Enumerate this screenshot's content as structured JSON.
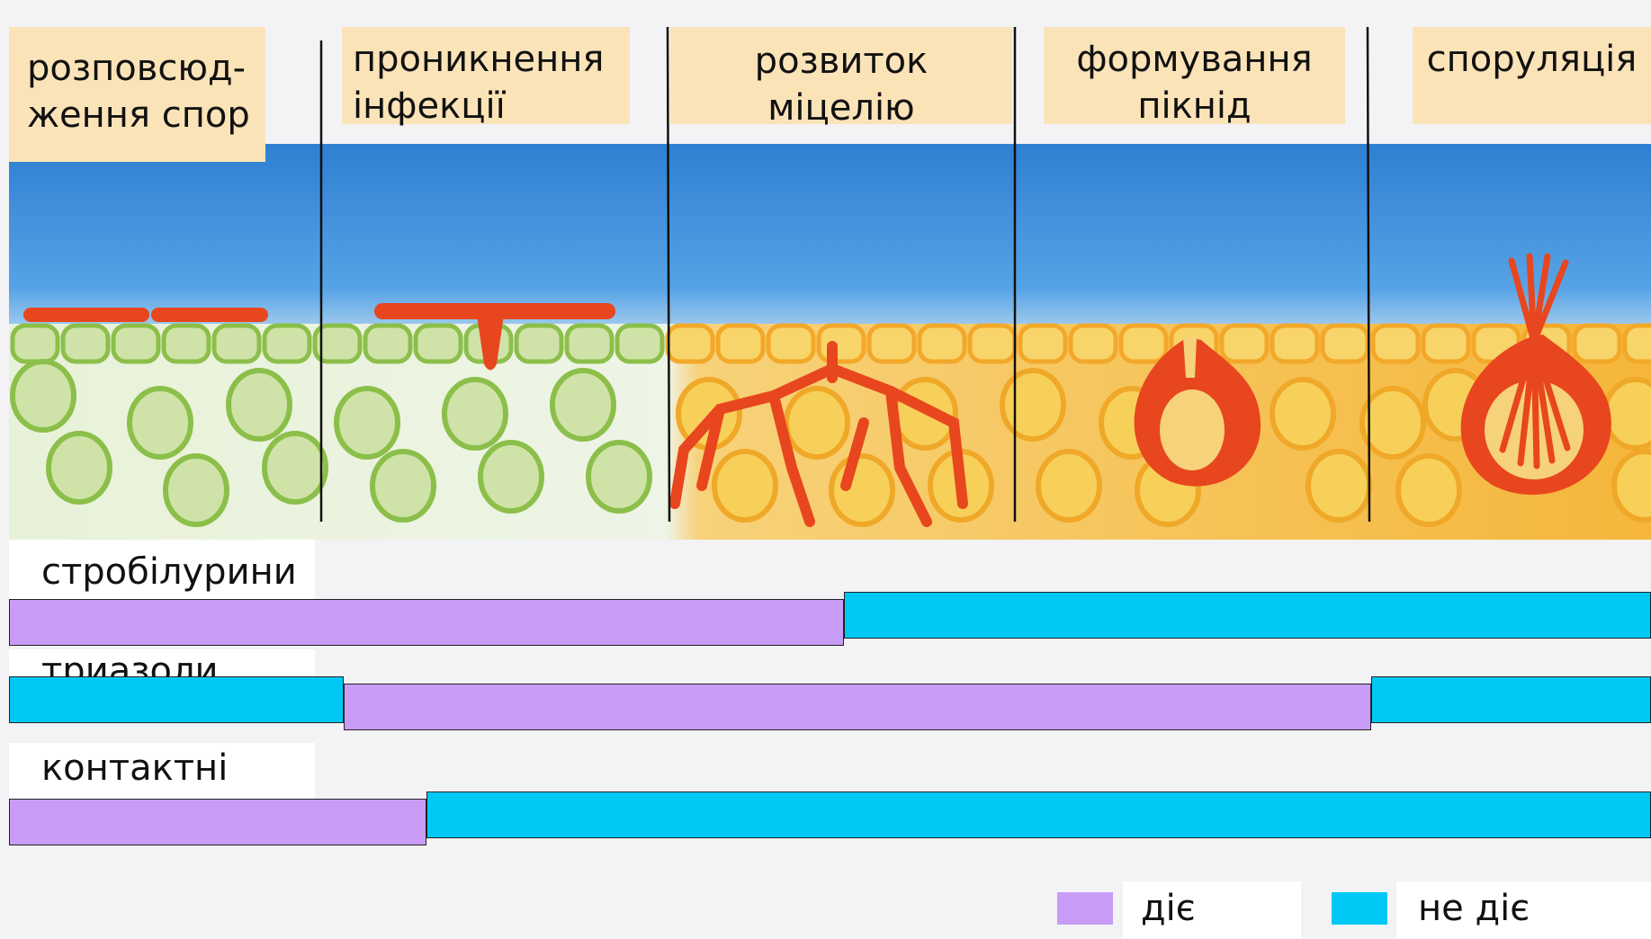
{
  "colors": {
    "acts": "#c89cf6",
    "not_acts": "#00c8f4",
    "label_bg": "#fbe3b8",
    "sky": "#3a8ad8",
    "green_cells": "#9fc76a",
    "yellow_cells": "#f6cc3c",
    "fungus": "#e8461e"
  },
  "stages": [
    {
      "line1": "розповсюд-",
      "line2": "ження спор"
    },
    {
      "line1": "проникнення",
      "line2": "інфекції"
    },
    {
      "line1": "розвиток",
      "line2": "міцелію"
    },
    {
      "line1": "формування",
      "line2": "пікнід"
    },
    {
      "line1": "споруляція",
      "line2": ""
    }
  ],
  "fungicide_classes": [
    {
      "name": "стробілурини",
      "activity": [
        "діє",
        "діє",
        "діє",
        "не діє",
        "не діє"
      ]
    },
    {
      "name": "триазоли",
      "activity": [
        "не діє",
        "діє",
        "діє",
        "діє",
        "не діє"
      ]
    },
    {
      "name": "контактні",
      "activity": [
        "діє",
        "не діє",
        "не діє",
        "не діє",
        "не діє"
      ]
    }
  ],
  "legend": {
    "acts": "діє",
    "not_acts": "не діє"
  }
}
